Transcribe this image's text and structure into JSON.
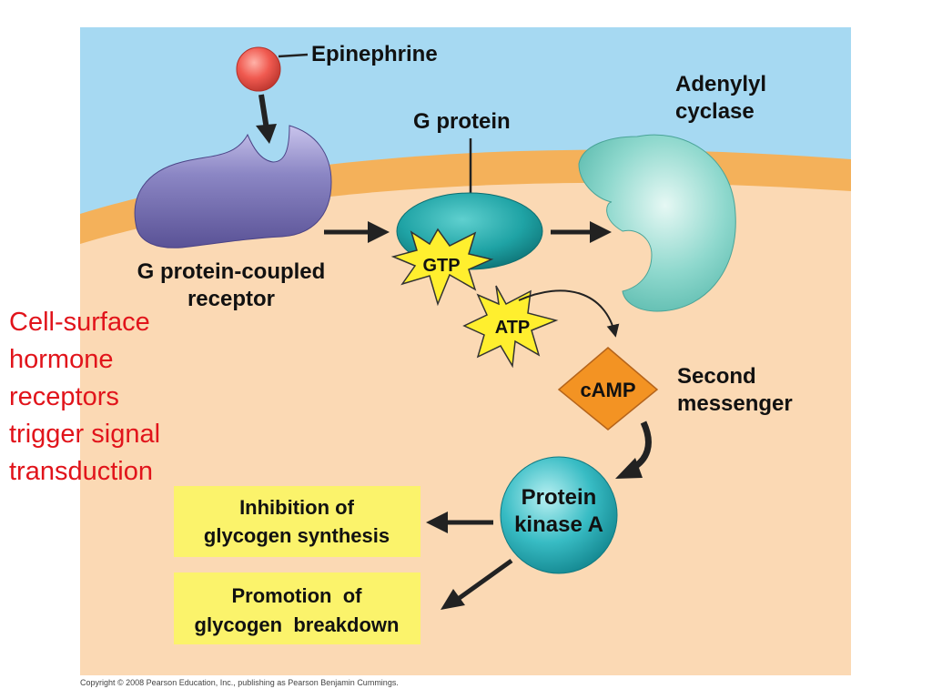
{
  "labels": {
    "epinephrine": "Epinephrine",
    "g_protein": "G protein",
    "adenylyl_cyclase": [
      "Adenylyl",
      "cyclase"
    ],
    "receptor": [
      "G protein-coupled",
      "receptor"
    ],
    "gtp": "GTP",
    "atp": "ATP",
    "camp": "cAMP",
    "second_messenger": [
      "Second",
      "messenger"
    ],
    "protein_kinase_a": [
      "Protein",
      "kinase A"
    ],
    "inhibition": [
      "Inhibition of",
      "glycogen synthesis"
    ],
    "promotion": [
      "Promotion  of",
      "glycogen  breakdown"
    ]
  },
  "side_caption": [
    "Cell-surface",
    "hormone",
    "receptors",
    "trigger signal",
    "transduction"
  ],
  "copyright": "Copyright © 2008 Pearson Education, Inc., publishing as Pearson Benjamin Cummings.",
  "colors": {
    "extracellular": "#a6d9f2",
    "membrane": "#f4b15a",
    "cytoplasm": "#fbd9b4",
    "receptor": "#8b86c4",
    "g_protein": "#21a9a9",
    "adenylyl_cyclase": "#7fd1c6",
    "camp": "#f39323",
    "kinase": "#2fb8c0",
    "star": "#ffef2e",
    "outcome_box": "#fbf36b",
    "caption": "#e1141b"
  }
}
